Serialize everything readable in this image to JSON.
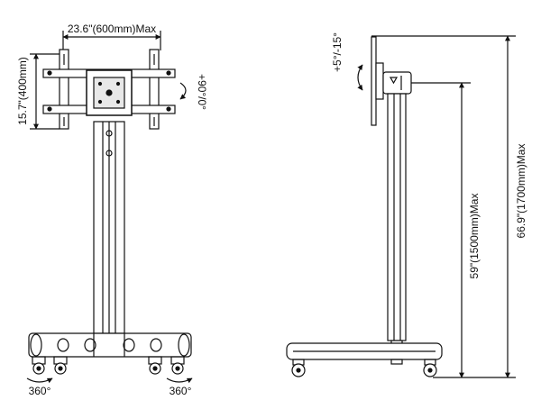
{
  "front_view": {
    "width_label": "23.6\"(600mm)Max",
    "height_label": "15.7\"(400mm)",
    "rotation_label": "+90°/0°",
    "swivel_left": "360°",
    "swivel_right": "360°"
  },
  "side_view": {
    "tilt_label": "+5°/-15°",
    "mid_height_label": "59\"(1500mm)Max",
    "total_height_label": "66.9\"(1700mm)Max"
  },
  "colors": {
    "line": "#111111",
    "background": "#ffffff"
  }
}
